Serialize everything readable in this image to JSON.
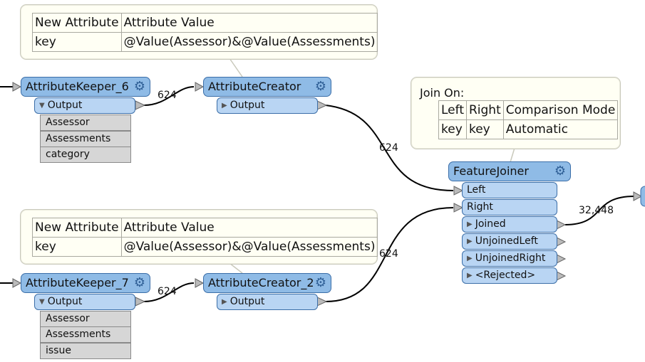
{
  "annotation1": {
    "header": [
      "New Attribute",
      "Attribute Value"
    ],
    "row": [
      "key",
      "@Value(Assessor)&@Value(Assessments)"
    ]
  },
  "annotation2": {
    "header": [
      "New Attribute",
      "Attribute Value"
    ],
    "row": [
      "key",
      "@Value(Assessor)&@Value(Assessments)"
    ]
  },
  "annotation3": {
    "title": "Join On:",
    "header": [
      "Left",
      "Right",
      "Comparison Mode"
    ],
    "row": [
      "key",
      "key",
      "Automatic"
    ]
  },
  "keeper6": {
    "name": "AttributeKeeper_6",
    "output": "Output",
    "attributes": [
      "Assessor",
      "Assessments",
      "category"
    ]
  },
  "keeper7": {
    "name": "AttributeKeeper_7",
    "output": "Output",
    "attributes": [
      "Assessor",
      "Assessments",
      "issue"
    ]
  },
  "creator1": {
    "name": "AttributeCreator",
    "output": "Output"
  },
  "creator2": {
    "name": "AttributeCreator_2",
    "output": "Output"
  },
  "joiner": {
    "name": "FeatureJoiner",
    "inputs": [
      "Left",
      "Right"
    ],
    "outputs": [
      "Joined",
      "UnjoinedLeft",
      "UnjoinedRight",
      "<Rejected>"
    ]
  },
  "counts": {
    "k6_to_creator1": "624",
    "creator1_to_left": "624",
    "k7_to_creator2": "624",
    "creator2_to_right": "624",
    "joined_out": "32,448"
  },
  "colors": {
    "node_header": "#8fbbe6",
    "port": "#b9d5f3",
    "attribute_row": "#d6d6d6",
    "annotation_bg": "#fffff4"
  }
}
